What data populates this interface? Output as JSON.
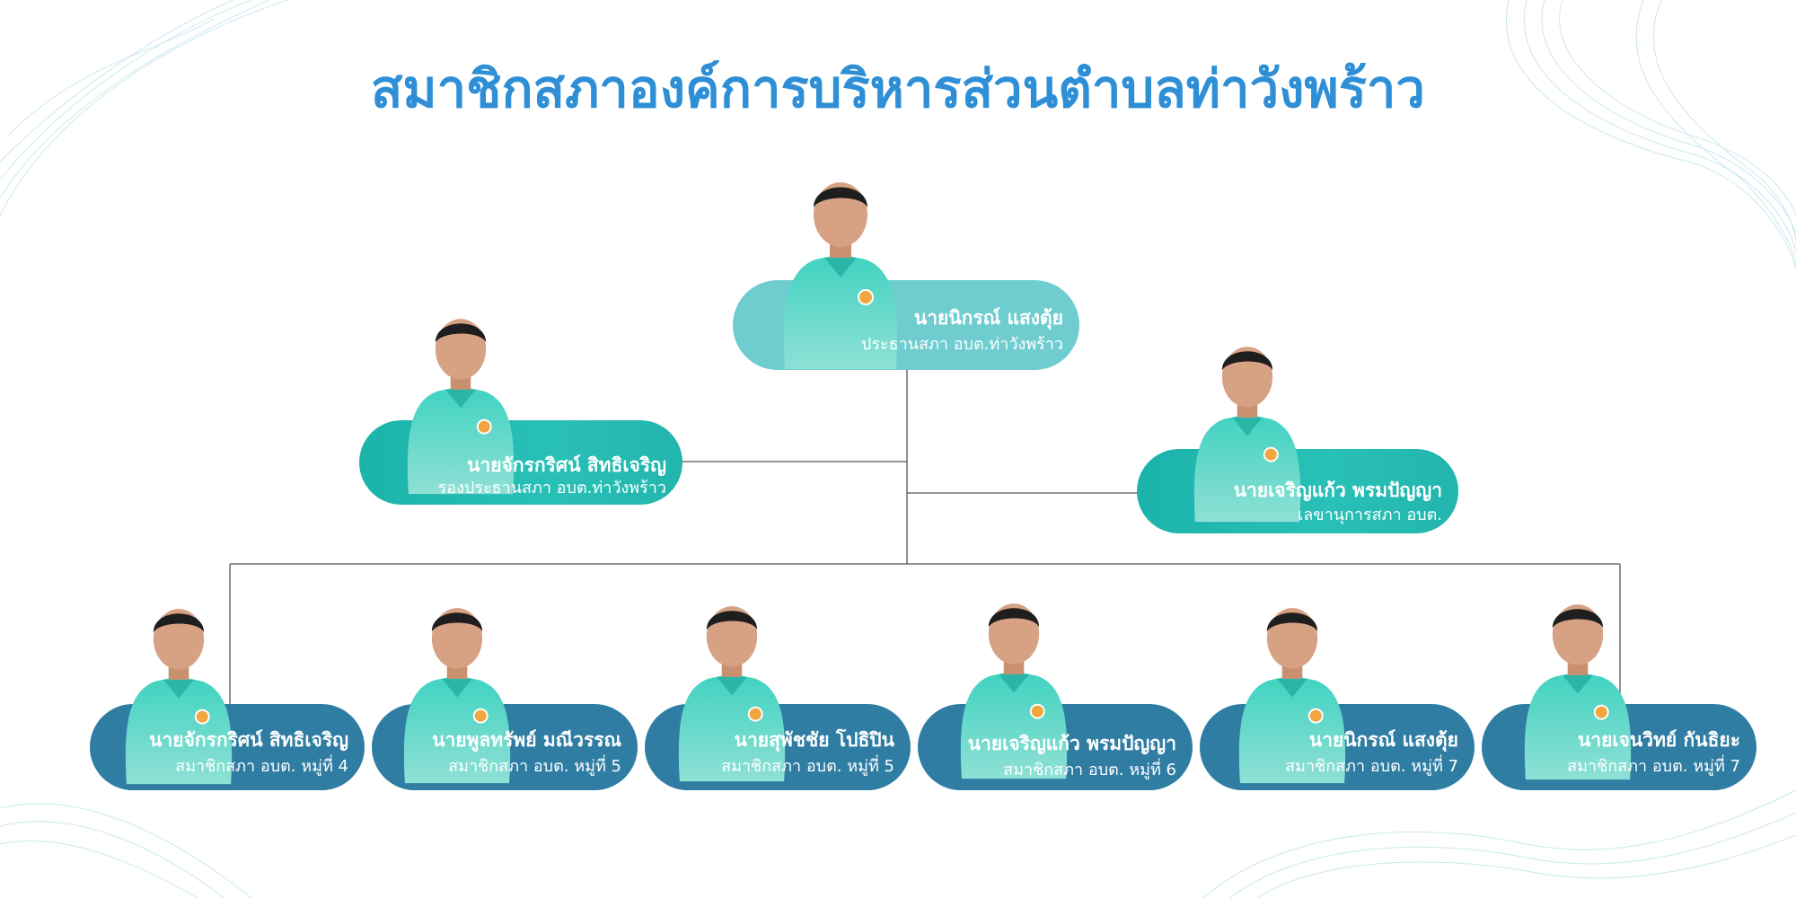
{
  "title": "สมาชิกสภาองค์การบริหารส่วนตำบลท่าวังพร้าว",
  "colors": {
    "title": "#2f8fd6",
    "pill_teal": "#1bb3aa",
    "pill_light": "#6fcdd0",
    "pill_blue": "#2f7da3",
    "shirt": "#3fcfbe",
    "connector": "#555555"
  },
  "leaders": [
    {
      "name": "นายนิกรณ์  แสงตุ้ย",
      "role": "ประธานสภา อบต.ท่าวังพร้าว"
    },
    {
      "name": "นายจักรกริศน์  สิทธิเจริญ",
      "role": "รองประธานสภา อบต.ท่าวังพร้าว"
    },
    {
      "name": "นายเจริญแก้ว พรมปัญญา",
      "role": "เลขานุการสภา อบต."
    }
  ],
  "members": [
    {
      "name": "นายจักรกริศน์ สิทธิเจริญ",
      "role": "สมาชิกสภา อบต. หมู่ที่ 4"
    },
    {
      "name": "นายพูลทรัพย์  มณีวรรณ",
      "role": "สมาชิกสภา อบต. หมู่ที่ 5"
    },
    {
      "name": "นายสุพัชชัย โปธิปิน",
      "role": "สมาชิกสภา อบต. หมู่ที่ 5"
    },
    {
      "name": "นายเจริญแก้ว  พรมปัญญา",
      "role": "สมาชิกสภา อบต. หมู่ที่ 6"
    },
    {
      "name": "นายนิกรณ์  แสงตุ้ย",
      "role": "สมาชิกสภา อบต. หมู่ที่ 7"
    },
    {
      "name": "นายเจนวิทย์ กันธิยะ",
      "role": "สมาชิกสภา อบต. หมู่ที่ 7"
    }
  ]
}
